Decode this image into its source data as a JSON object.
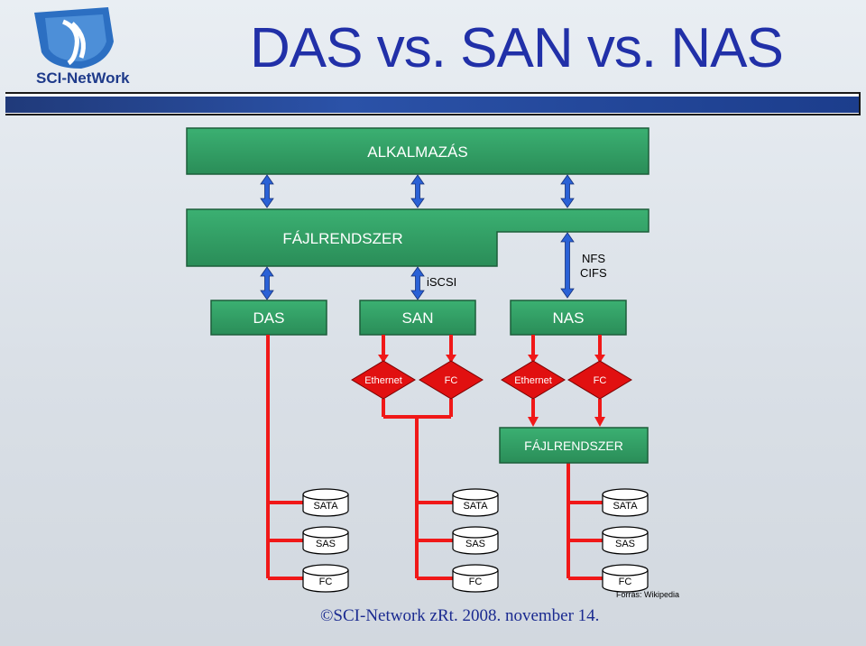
{
  "slide": {
    "title": "DAS vs. SAN vs. NAS",
    "logo_text": "SCI-NetWork",
    "footer": "©SCI-Network zRt. 2008. november 14.",
    "source": "Forrás: Wikipedia"
  },
  "diagram": {
    "application": "ALKALMAZÁS",
    "filesystem_top": "FÁJLRENDSZER",
    "iscsi": "iSCSI",
    "nfs": "NFS",
    "cifs": "CIFS",
    "storage_types": [
      "DAS",
      "SAN",
      "NAS"
    ],
    "interfaces": [
      "Ethernet",
      "FC",
      "Ethernet",
      "FC"
    ],
    "filesystem_nas": "FÁJLRENDSZER",
    "disks": [
      [
        "SATA",
        "SAS",
        "FC"
      ],
      [
        "SATA",
        "SAS",
        "FC"
      ],
      [
        "SATA",
        "SAS",
        "FC"
      ]
    ]
  },
  "colors": {
    "green": "#2e9a62",
    "green_dark": "#1c5e3a",
    "blue_arrow": "#2a61d6",
    "red_line": "#f01818",
    "title_blue": "#2130a8"
  }
}
